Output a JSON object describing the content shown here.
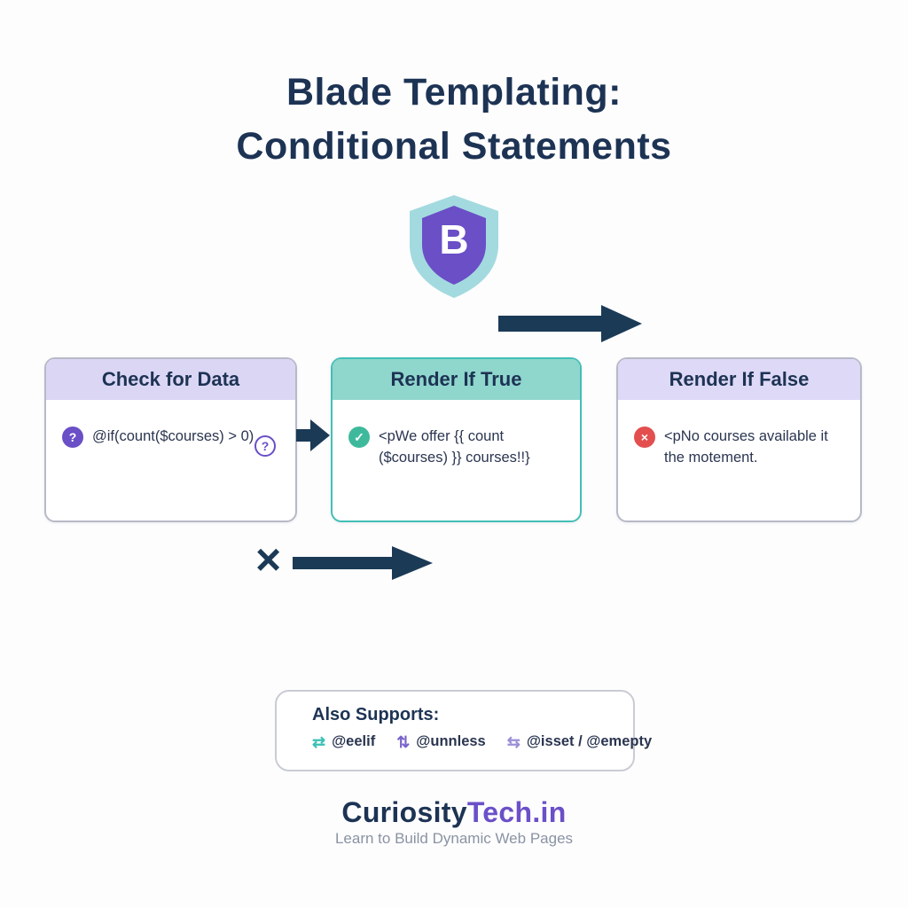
{
  "title": {
    "line1": "Blade Templating:",
    "line2": "Conditional Statements"
  },
  "shield": {
    "letter": "B"
  },
  "flow": {
    "cards": [
      {
        "title": "Check for Data",
        "icon": "question-icon",
        "icon_glyph": "?",
        "body": "@if(count($courses) > 0)",
        "corner_icon_glyph": "?"
      },
      {
        "title": "Render If True",
        "icon": "check-icon",
        "icon_glyph": "✓",
        "body": "<pWe offer {{ count ($courses) }} courses!!}"
      },
      {
        "title": "Render If False",
        "icon": "cross-icon",
        "icon_glyph": "×",
        "body": "<pNo courses available it the motement."
      }
    ]
  },
  "marks": {
    "cross_glyph": "×"
  },
  "also_supports": {
    "label": "Also Supports:",
    "items": [
      {
        "icon": "elseif-icon",
        "glyph": "⇄",
        "label": "@eelif"
      },
      {
        "icon": "unless-icon",
        "glyph": "⇅",
        "label": "@unnless"
      },
      {
        "icon": "isset-empty-icon",
        "glyph": "⇆",
        "label": "@isset / @emepty"
      }
    ]
  },
  "footer": {
    "brand_primary": "Curiosity",
    "brand_secondary": "Tech.in",
    "tagline": "Learn to Build Dynamic Web Pages"
  },
  "colors": {
    "navy": "#1d3354",
    "arrow_navy": "#1b3a56",
    "purple": "#6a4fc6",
    "lavender_header": "#dcd6f5",
    "teal_border": "#43bfb6",
    "teal_header": "#8fd6cd",
    "shield_outer_teal": "#a3dadf",
    "green": "#3fb99c",
    "red": "#e34f4f",
    "gray_border": "#b6bac6",
    "gray_text": "#8a93a3"
  }
}
